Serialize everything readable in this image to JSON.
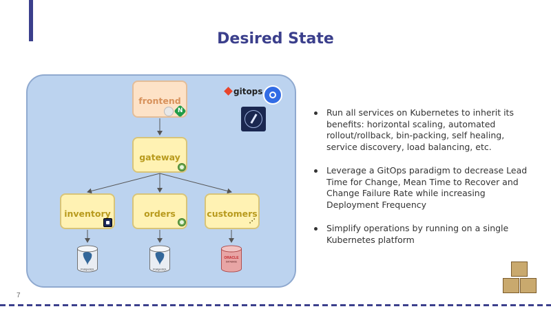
{
  "slide": {
    "title": "Desired State",
    "number": "7"
  },
  "diagram": {
    "nodes": {
      "frontend": "frontend",
      "gateway": "gateway",
      "inventory": "inventory",
      "orders": "orders",
      "customers": "customers"
    },
    "databases": {
      "postgres_label": "PostgreSQL",
      "oracle_label": "ORACLE",
      "oracle_sublabel": "DATABASE"
    },
    "logos": {
      "gitops": "gitops",
      "kubernetes": "kubernetes-icon",
      "pulumi": "pulumi-icon"
    },
    "colors": {
      "panel": "#bcd3ef",
      "node_fill": "#fff2b3",
      "frontend_fill": "#fde2c7",
      "oracle": "#e8a5a5",
      "title": "#3b3f8c"
    }
  },
  "bullets": [
    "Run all services on Kubernetes to inherit its benefits: horizontal scaling, automated rollout/rollback, bin-packing, self healing, service discovery, load balancing, etc.",
    "Leverage a GitOps paradigm to decrease Lead Time for Change, Mean Time to Recover and Change Failure Rate while increasing Deployment Frequency",
    "Simplify operations by running on a single Kubernetes platform"
  ]
}
